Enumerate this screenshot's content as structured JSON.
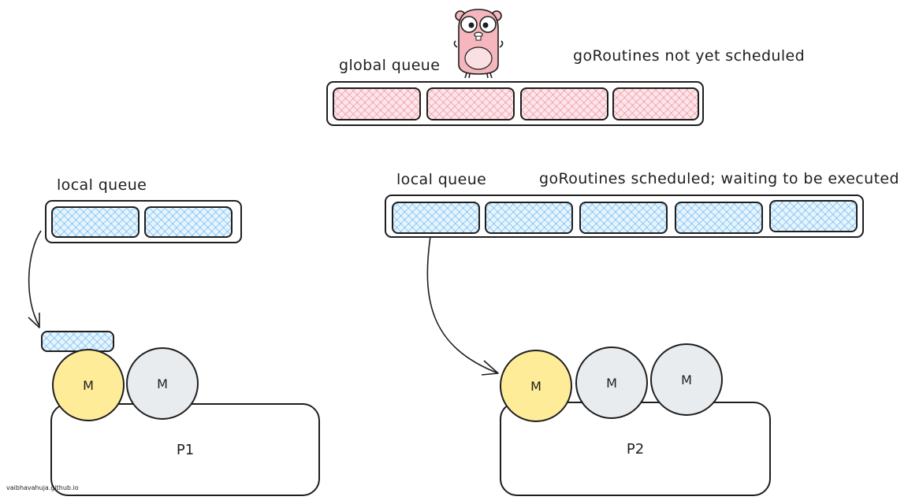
{
  "global": {
    "label": "global queue",
    "note": "goRoutines not yet scheduled",
    "slot_count": 4,
    "slot_color": "#fde5e8"
  },
  "p1": {
    "queue_label": "local queue",
    "slot_count": 2,
    "running_color": "#e6f4fe",
    "machines": [
      "M",
      "M"
    ],
    "name": "P1"
  },
  "p2": {
    "queue_label": "local queue",
    "note": "goRoutines scheduled; waiting to be executed",
    "slot_count": 5,
    "machines": [
      "M",
      "M",
      "M"
    ],
    "name": "P2"
  },
  "colors": {
    "stroke": "#1e1e1e",
    "machine_active": "#ffec99",
    "machine_idle": "#e9ecef",
    "goroutine_global": "#fde5e8",
    "goroutine_local": "#e6f4fe",
    "gopher": "#f5b7bd"
  },
  "mascot": "gopher",
  "watermark": "vaibhavahuja.github.io"
}
